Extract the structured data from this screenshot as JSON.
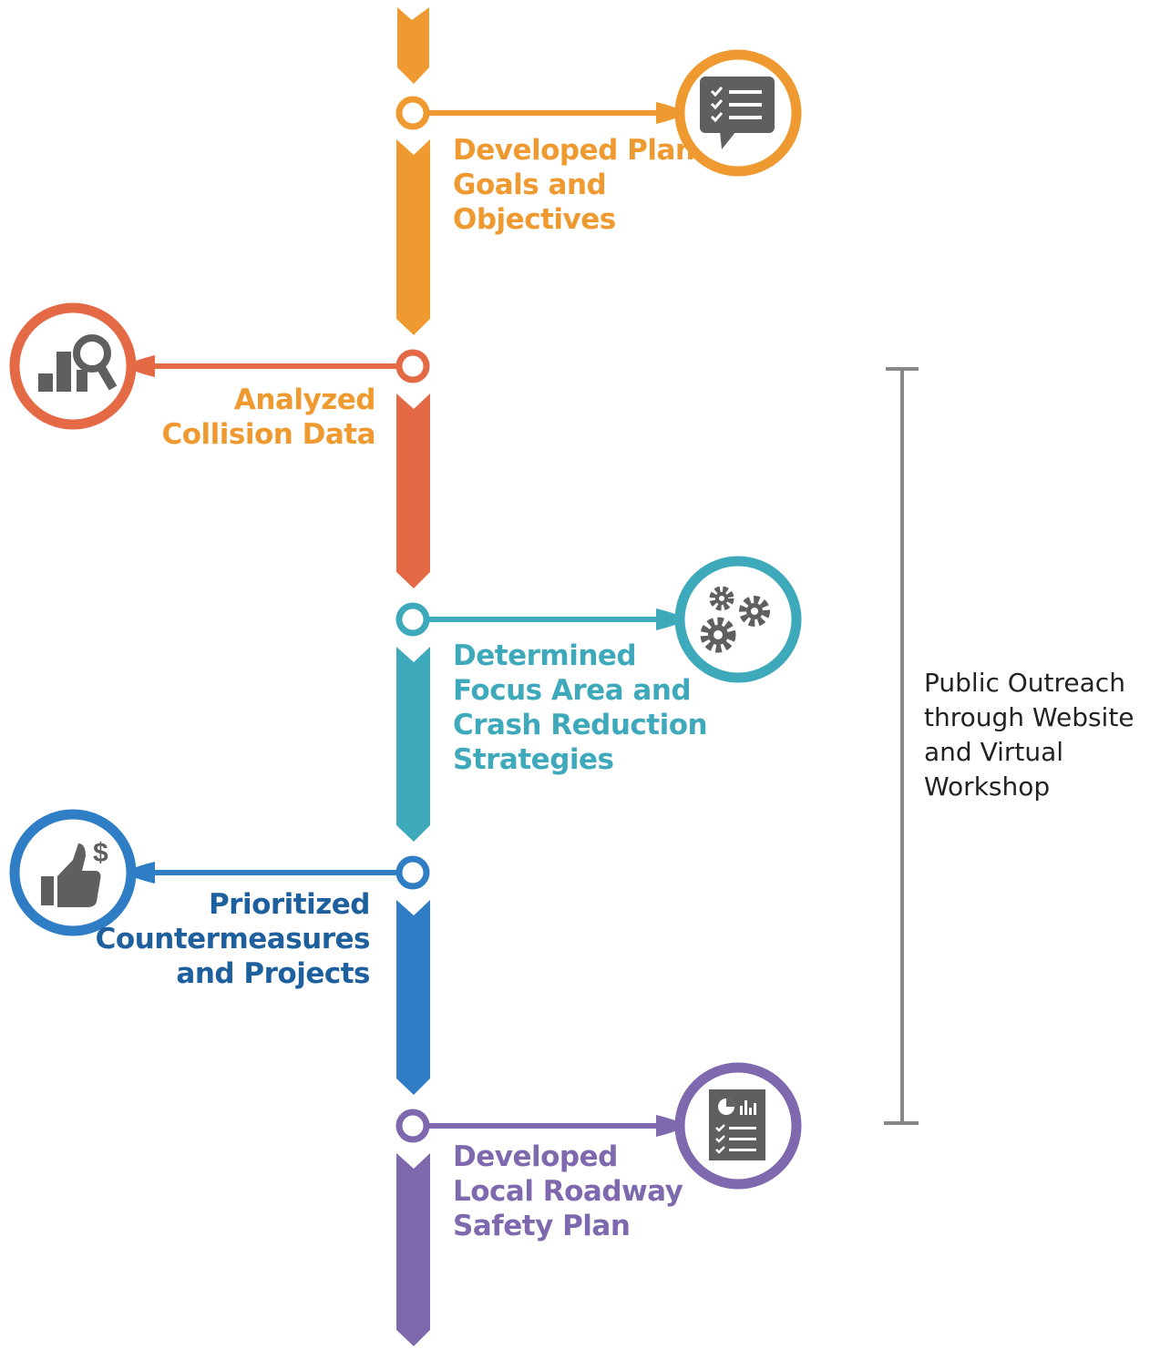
{
  "steps": [
    {
      "line1": "Developed Plan",
      "line2": "Goals and",
      "line3": "Objectives",
      "icon": "checklist-speech-bubble-icon",
      "color": "#EE9A30"
    },
    {
      "line1": "Analyzed",
      "line2": "Collision Data",
      "icon": "bar-chart-magnifier-icon",
      "color": "#E46A46",
      "text_color": "#EE9A30"
    },
    {
      "line1": "Determined",
      "line2": "Focus Area and",
      "line3": "Crash Reduction",
      "line4": "Strategies",
      "icon": "gears-icon",
      "color": "#3FA9BC"
    },
    {
      "line1": "Prioritized",
      "line2": "Countermeasures",
      "line3": "and Projects",
      "icon": "thumbs-up-dollar-icon",
      "color": "#2F7DC4",
      "text_color": "#1E5F9E"
    },
    {
      "line1": "Developed",
      "line2": "Local Roadway",
      "line3": "Safety Plan",
      "icon": "report-document-icon",
      "color": "#7E68AE"
    }
  ],
  "outreach": {
    "line1": "Public Outreach",
    "line2": "through Website",
    "line3": "and Virtual",
    "line4": "Workshop",
    "bracket_color": "#888888"
  },
  "icon_color": "#5f5f5f"
}
